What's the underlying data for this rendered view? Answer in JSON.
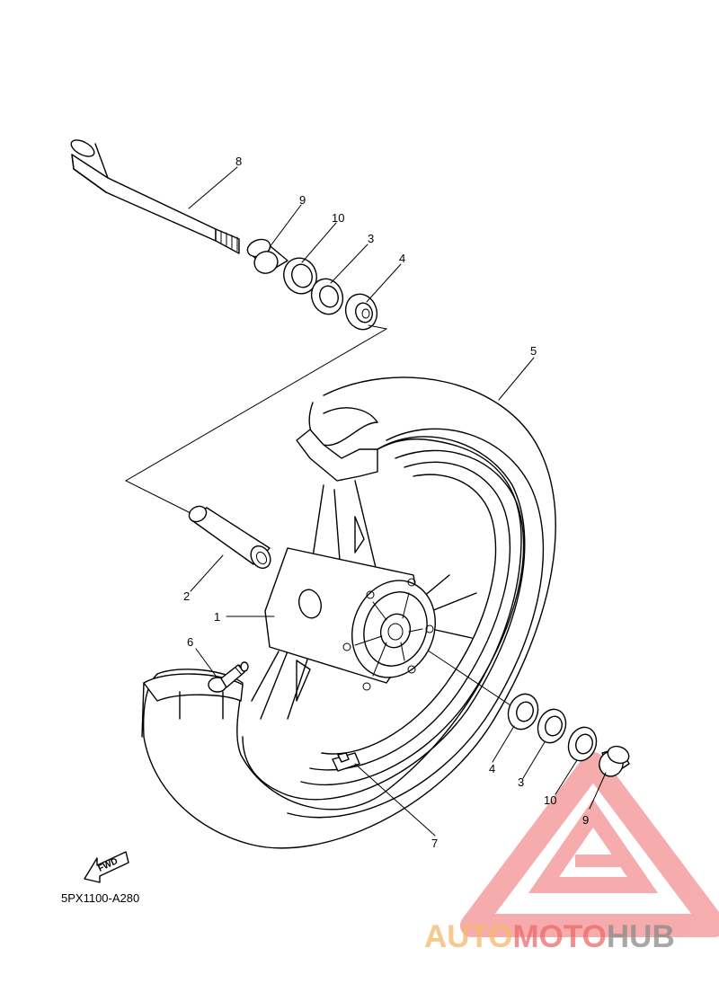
{
  "diagram_code": "5PX1100-A280",
  "fwd_label": "FWD",
  "callouts": {
    "n1": "1",
    "n2": "2",
    "n3a": "3",
    "n3b": "3",
    "n4a": "4",
    "n4b": "4",
    "n5": "5",
    "n6": "6",
    "n7": "7",
    "n8": "8",
    "n9a": "9",
    "n9b": "9",
    "n10a": "10",
    "n10b": "10"
  },
  "watermark": {
    "part1": "AUTO",
    "part2": "MOTO",
    "part3": "HUB",
    "color_orange": "#f6b86a",
    "color_red": "#ef6a6a",
    "color_gray": "#8a8a8a"
  }
}
